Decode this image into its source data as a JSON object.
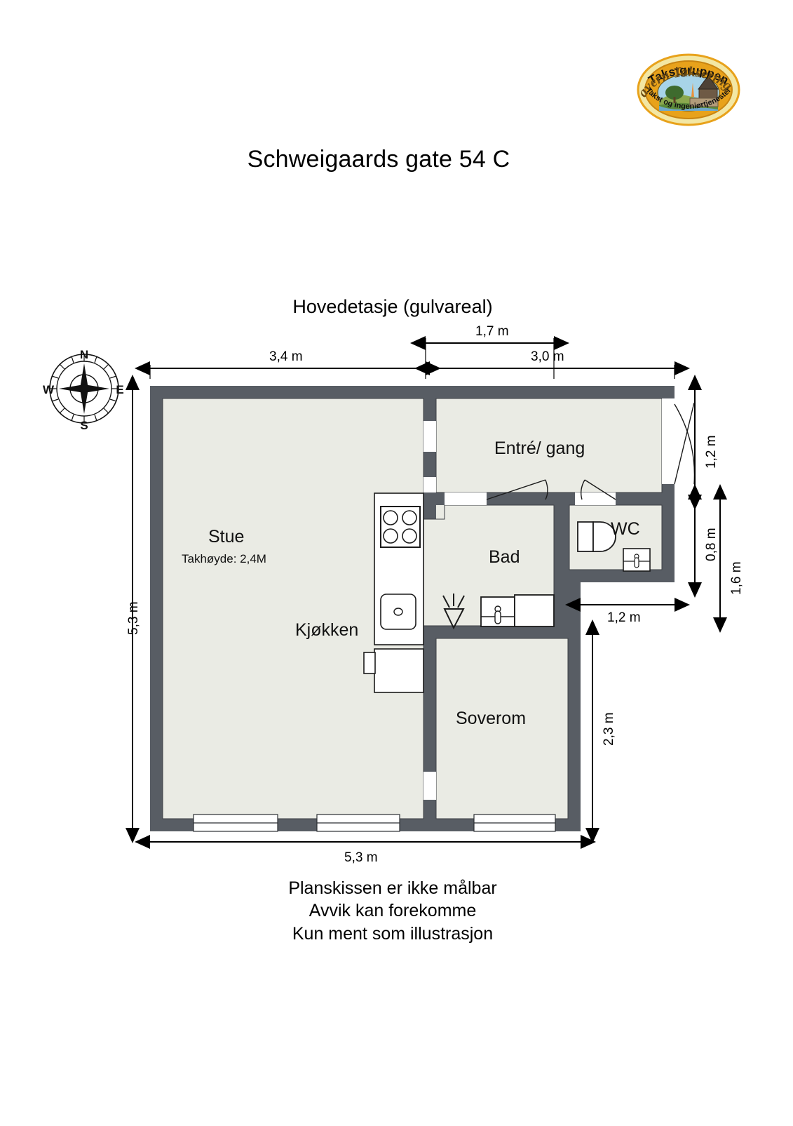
{
  "logo": {
    "top_text": "Takstgruppen",
    "main_text": "Stavern Taksering AS",
    "bottom_text": "Takst og ingeniørtjenester",
    "ring_color": "#E8A21B",
    "fill_color": "#F5E9A8"
  },
  "header": {
    "title": "Schweigaards gate 54 C",
    "floor_title": "Hovedetasje (gulvareal)"
  },
  "compass": {
    "north": "N",
    "east": "E",
    "south": "S",
    "west": "W"
  },
  "rooms": [
    {
      "id": "stue",
      "label": "Stue",
      "sublabel": "Takhøyde: 2,4M"
    },
    {
      "id": "kjokken",
      "label": "Kjøkken",
      "sublabel": ""
    },
    {
      "id": "entre-gang",
      "label": "Entré/ gang",
      "sublabel": ""
    },
    {
      "id": "bad",
      "label": "Bad",
      "sublabel": ""
    },
    {
      "id": "wc",
      "label": "WC",
      "sublabel": ""
    },
    {
      "id": "soverom",
      "label": "Soverom",
      "sublabel": ""
    }
  ],
  "dimensions": {
    "top_left": "3,4 m",
    "top_mid": "1,7 m",
    "top_right": "3,0 m",
    "left": "5,3 m",
    "bottom": "5,3 m",
    "right_entry": "1,2 m",
    "right_wc": "0,8 m",
    "right_outer": "1,6 m",
    "right_bad_width": "1,2 m",
    "right_soverom": "2,3 m"
  },
  "footer": {
    "line1": "Planskissen er ikke målbar",
    "line2": "Avvik kan forekomme",
    "line3": "Kun ment som illustrasjon"
  },
  "colors": {
    "wall": "#585D64",
    "floor": "#EAEBE4",
    "line": "#000000",
    "fixture_stroke": "#1b1b1b",
    "fixture_fill": "#ffffff"
  }
}
